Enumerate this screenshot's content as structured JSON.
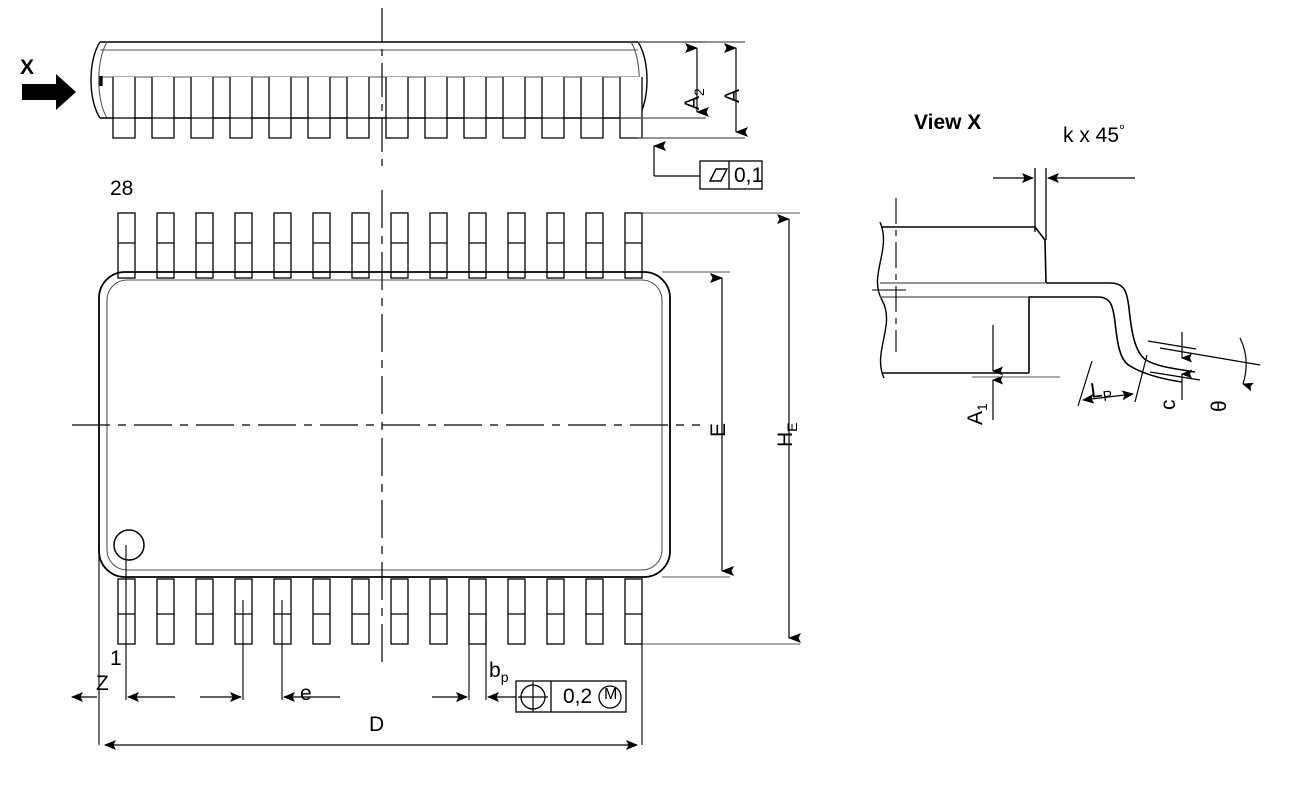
{
  "drawing": {
    "type": "ic-package-mechanical-outline",
    "package_pin_count": 28,
    "leads_per_side": 14,
    "views": {
      "side_view": {
        "name": "side-elevation-view"
      },
      "plan_view": {
        "name": "top-plan-view"
      },
      "detail_view": {
        "name": "lead-detail-view"
      }
    }
  },
  "labels": {
    "view_arrow": "X",
    "detail_title": "View X",
    "pin_count": "28",
    "pin_one": "1",
    "height_total": "A",
    "height_body": "A",
    "height_body_sub": "2",
    "standoff": "A",
    "standoff_sub": "1",
    "width_body": "E",
    "width_overall": "H",
    "width_overall_sub": "E",
    "length_body": "D",
    "lead_pitch": "e",
    "lead_width": "b",
    "lead_width_sub": "p",
    "lead_offset": "Z",
    "foot_length": "L",
    "foot_length_sub": "P",
    "lead_thickness": "c",
    "lead_angle": "θ",
    "chamfer": "k x 45",
    "chamfer_degree": "°"
  },
  "tolerances": {
    "flatness": {
      "symbol": "parallelism-symbol",
      "value": "0,1"
    },
    "position": {
      "symbol": "position-symbol",
      "value": "0,2",
      "modifier": "M",
      "modifier_name": "maximum-material-condition"
    }
  },
  "colors": {
    "line": "#000000",
    "thin_line": "#4d4d4d",
    "background": "#ffffff",
    "text": "#000000"
  }
}
